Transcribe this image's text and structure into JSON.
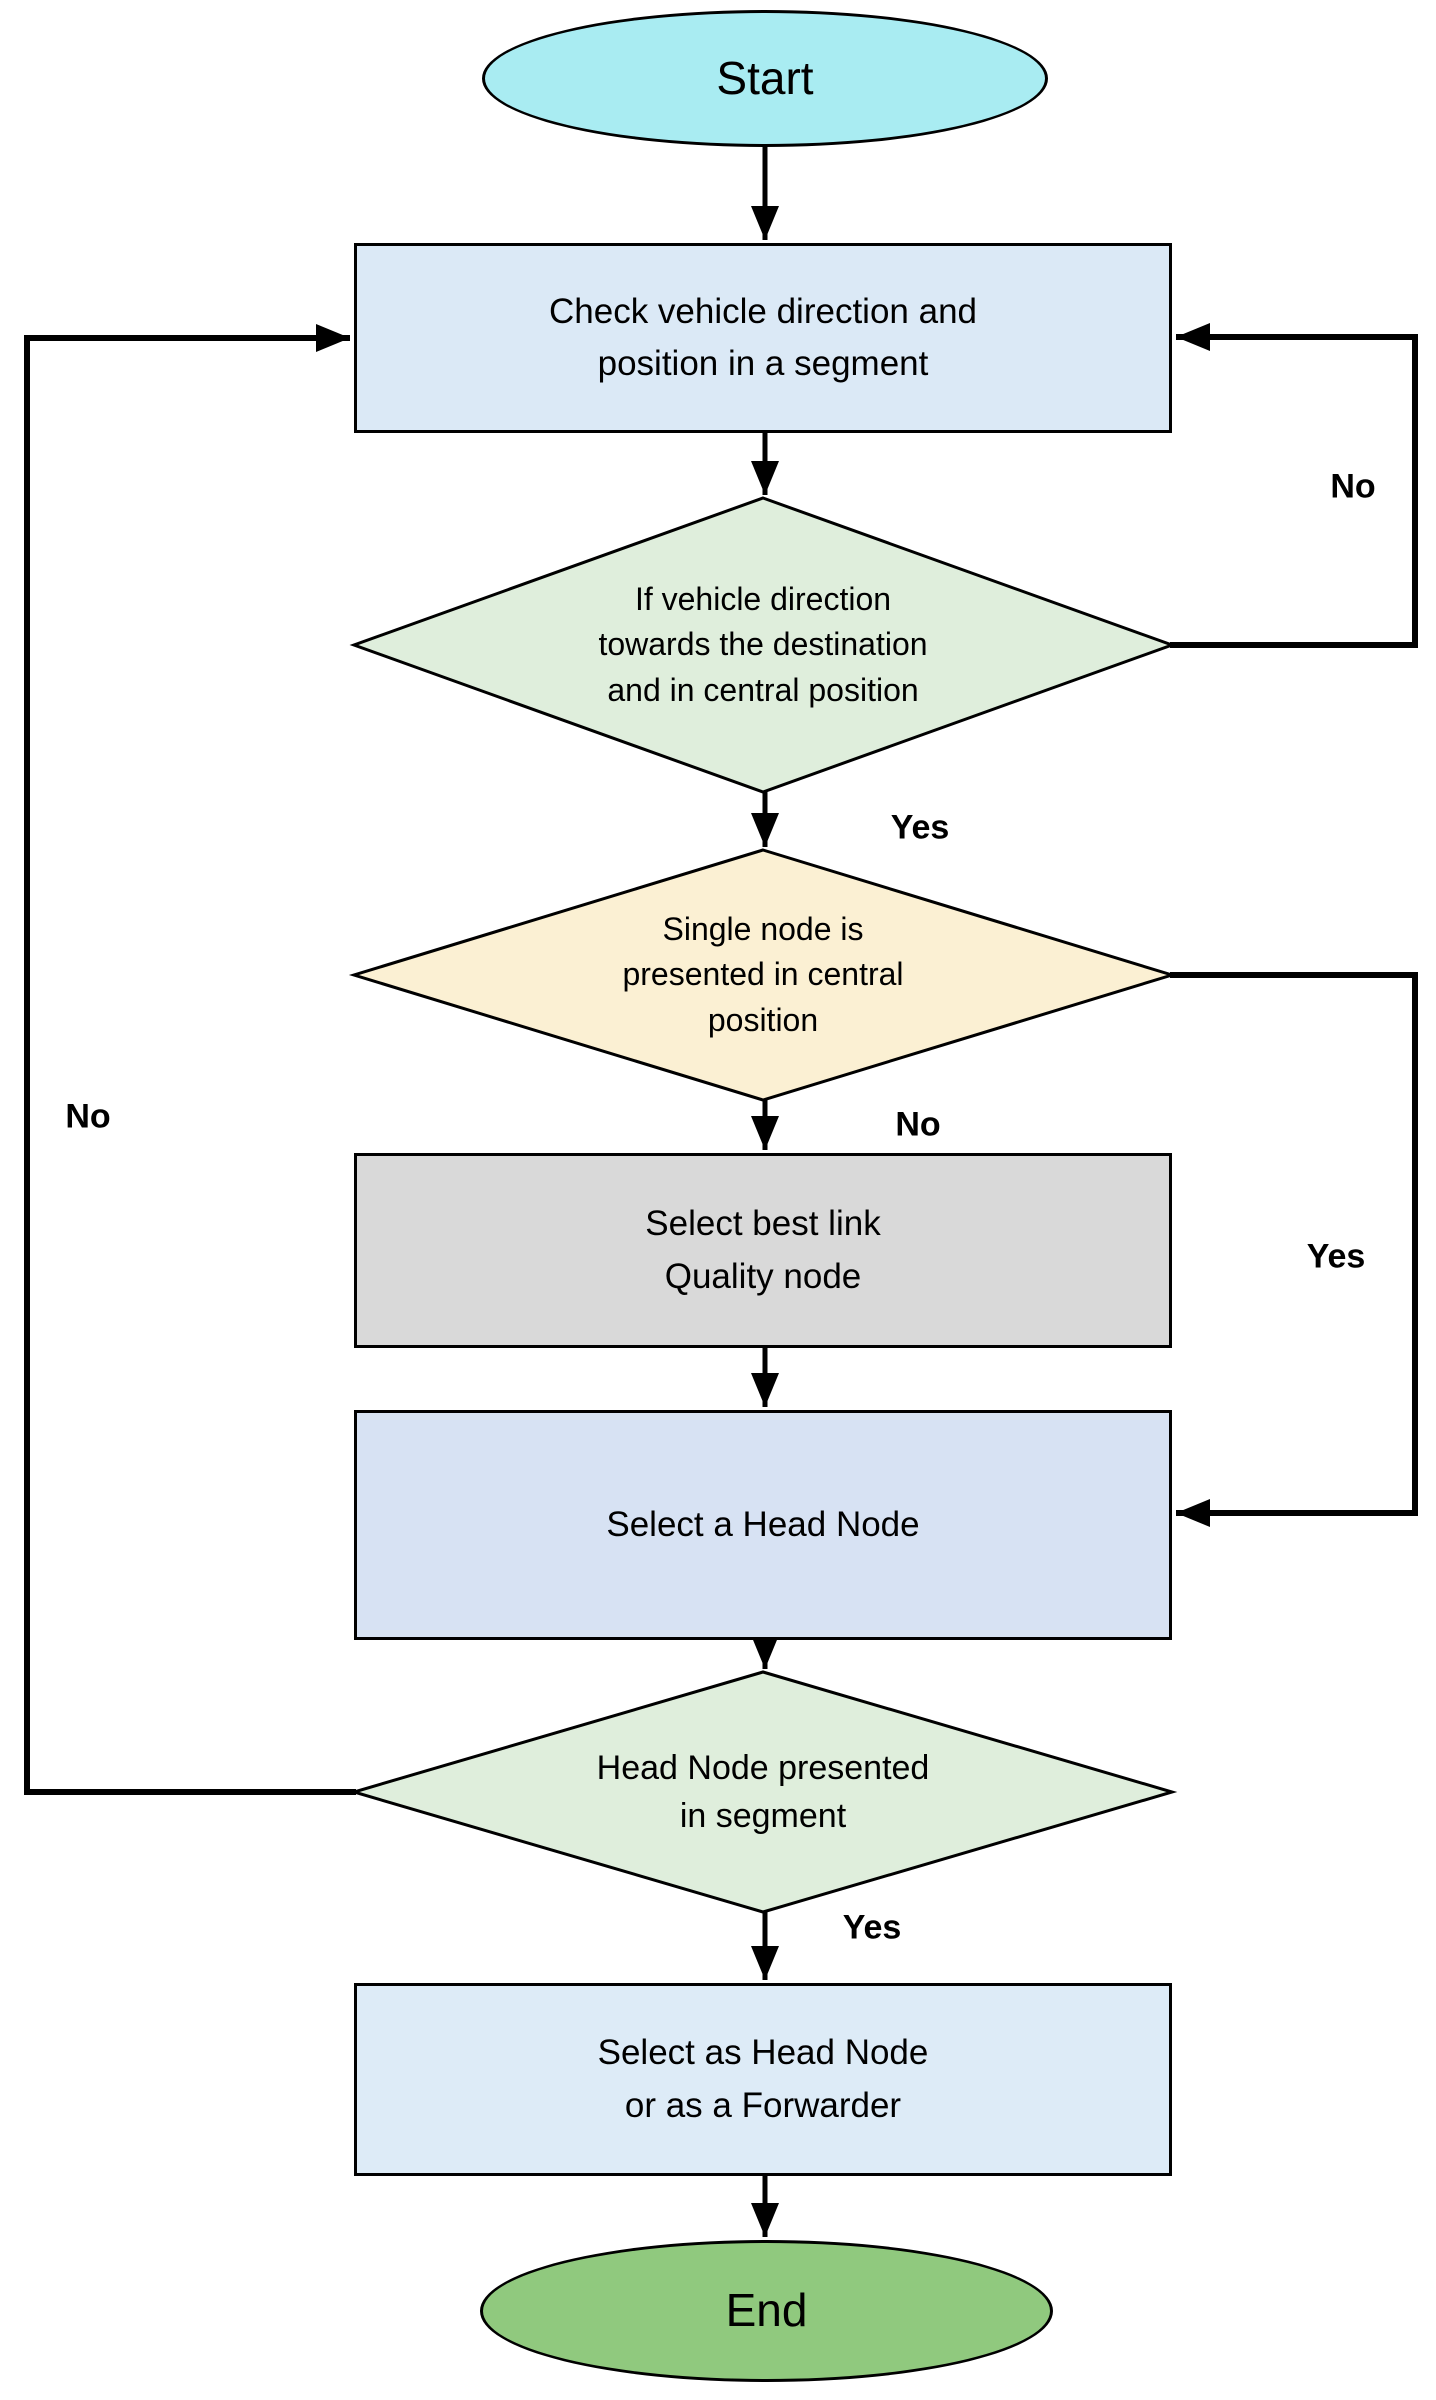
{
  "flowchart": {
    "nodes": {
      "start": "Start",
      "check": "Check vehicle direction and\nposition in a segment",
      "vehicle_direction_decision": "If vehicle direction\ntowards the destination\nand in central position",
      "single_node_decision": "Single node is\npresented in central\nposition",
      "best_link": "Select best link\nQuality node",
      "head_node": "Select a Head Node",
      "head_present_decision": "Head Node presented\nin segment",
      "forwarder": "Select as Head Node\nor as a Forwarder",
      "end": "End"
    },
    "edge_labels": {
      "vehicle_direction_no": "No",
      "vehicle_direction_yes": "Yes",
      "single_node_no": "No",
      "single_node_yes": "Yes",
      "head_present_no": "No",
      "head_present_yes": "Yes"
    },
    "colors": {
      "terminator_start_fill": "#A9ECF2",
      "process_check_fill": "#DBE9F6",
      "decision_green_fill": "#DFEEDC",
      "decision_yellow_fill": "#FBF0D3",
      "process_gray_fill": "#D9D9D9",
      "process_head_fill": "#D7E2F3",
      "process_forwarder_fill": "#DDEBF7",
      "terminator_end_fill": "#90C97E",
      "line": "#000000"
    }
  }
}
